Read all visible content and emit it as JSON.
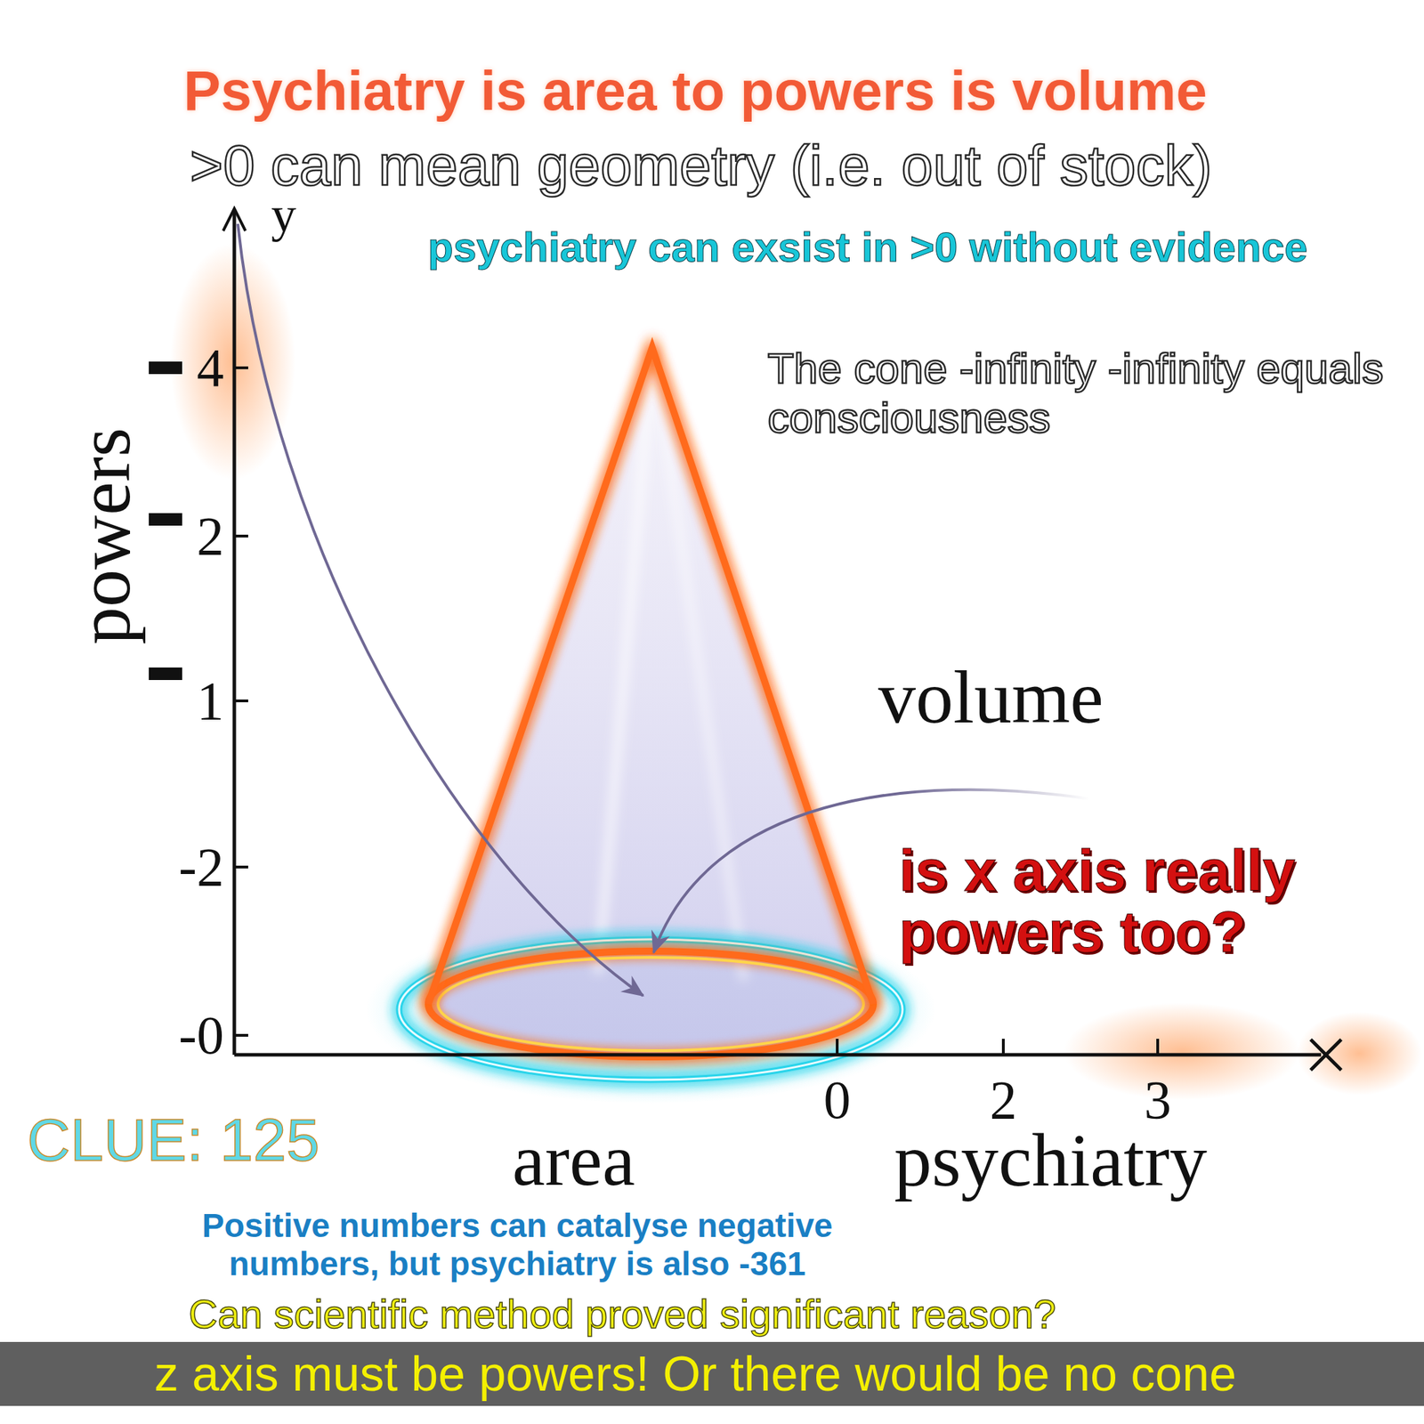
{
  "diagram": {
    "title": "Psychiatry is area to powers is volume",
    "caption": "z axis must be powers! Or there would be no cone",
    "labels": [
      ">0 can mean geometry (i.e. out of stock)",
      "y",
      "psychiatry can exsist in >0 without evidence",
      "The cone -infinity -infinity equals consciousness",
      "powers",
      "4",
      "2",
      "1",
      "volume",
      "-2",
      "is x axis really powers too?",
      "-0",
      "0",
      "2",
      "3",
      "CLUE: 125",
      "area",
      "psychiatry",
      "Positive numbers can catalyse negative numbers, but psychiatry is also -361",
      "Can scientific method proved significant reason?"
    ]
  }
}
